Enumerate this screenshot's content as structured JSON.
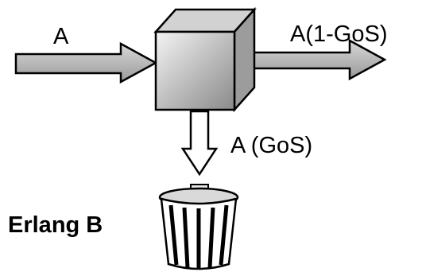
{
  "labels": {
    "input": "A",
    "output": "A(1-GoS)",
    "blocked": "A (GoS)",
    "model": "Erlang B"
  },
  "icons": {
    "server": "server-cube-icon",
    "trash": "trash-can-icon"
  }
}
